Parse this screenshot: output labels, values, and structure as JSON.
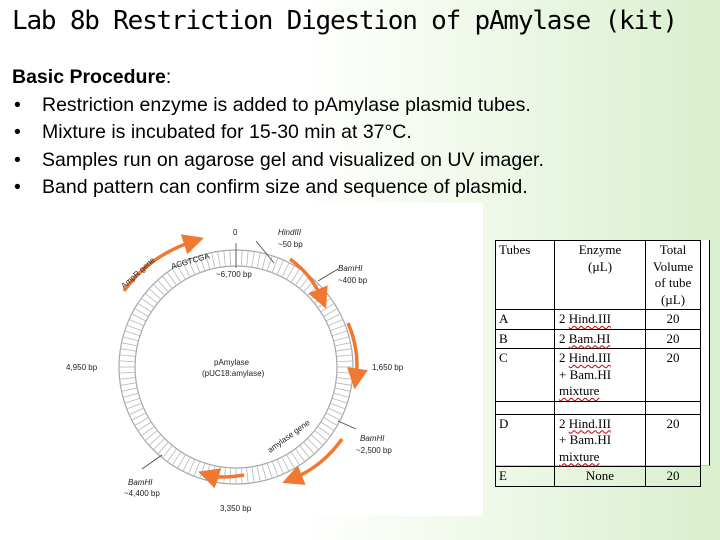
{
  "slide": {
    "title": "Lab 8b Restriction Digestion of pAmylase (kit)",
    "procedure_heading": "Basic Procedure",
    "procedure_colon": ":",
    "bullets": [
      "Restriction enzyme is added to pAmylase plasmid tubes.",
      "Mixture is incubated for 15-30 min at 37°C.",
      "Samples run on agarose gel and visualized on UV imager.",
      "Band pattern can confirm size and sequence of plasmid."
    ]
  },
  "plasmid_map": {
    "zero_label": "0",
    "center_name": "pAmylase",
    "center_sub": "(pUC18:amylase)",
    "hind_top": {
      "name": "HindIII",
      "size": "~50 bp"
    },
    "bam_right": {
      "name": "BamHI",
      "size": "~400 bp"
    },
    "bam_lower": {
      "name": "BamHI",
      "size": "~2,500 bp"
    },
    "bam_bottom": {
      "name": "BamHI",
      "size": "~4,400 bp"
    },
    "pos_left_top": "~6,700 bp",
    "pos_left": "4,950 bp",
    "pos_right": "1,650 bp",
    "pos_bottom": "3,350 bp",
    "ampr_gene": "AmpR gene",
    "amylase_gene": "amylase gene",
    "sequence_fragment": "ACGTCGA"
  },
  "table": {
    "headers": {
      "tubes": "Tubes",
      "enzyme": [
        "Enzyme",
        "(µL)"
      ],
      "total": [
        "Total",
        "Volume",
        "of tube",
        "(µL)"
      ]
    },
    "rows": {
      "a": {
        "tube": "A",
        "enzyme_amt": "2",
        "enzyme": "Hind.III",
        "vol": "20"
      },
      "b": {
        "tube": "B",
        "enzyme_amt": "2",
        "enzyme": "Bam.HI",
        "vol": "20"
      },
      "c": {
        "tube": "C",
        "enzyme_amt": "2",
        "enzyme": "Hind.III",
        "plus": "+ Bam.HI",
        "mix": "mixture",
        "vol": "20"
      },
      "d": {
        "tube": "D",
        "enzyme_amt": "2",
        "enzyme": "Hind.III",
        "plus": "+ Bam.HI",
        "mix": "mixture",
        "vol": "20"
      },
      "e": {
        "tube": "E",
        "enzyme": "None",
        "vol": "20"
      }
    }
  },
  "colors": {
    "arrow_orange": "#f07830",
    "ring_gray": "#a8a8a8",
    "background_green": "#d9efcd"
  }
}
